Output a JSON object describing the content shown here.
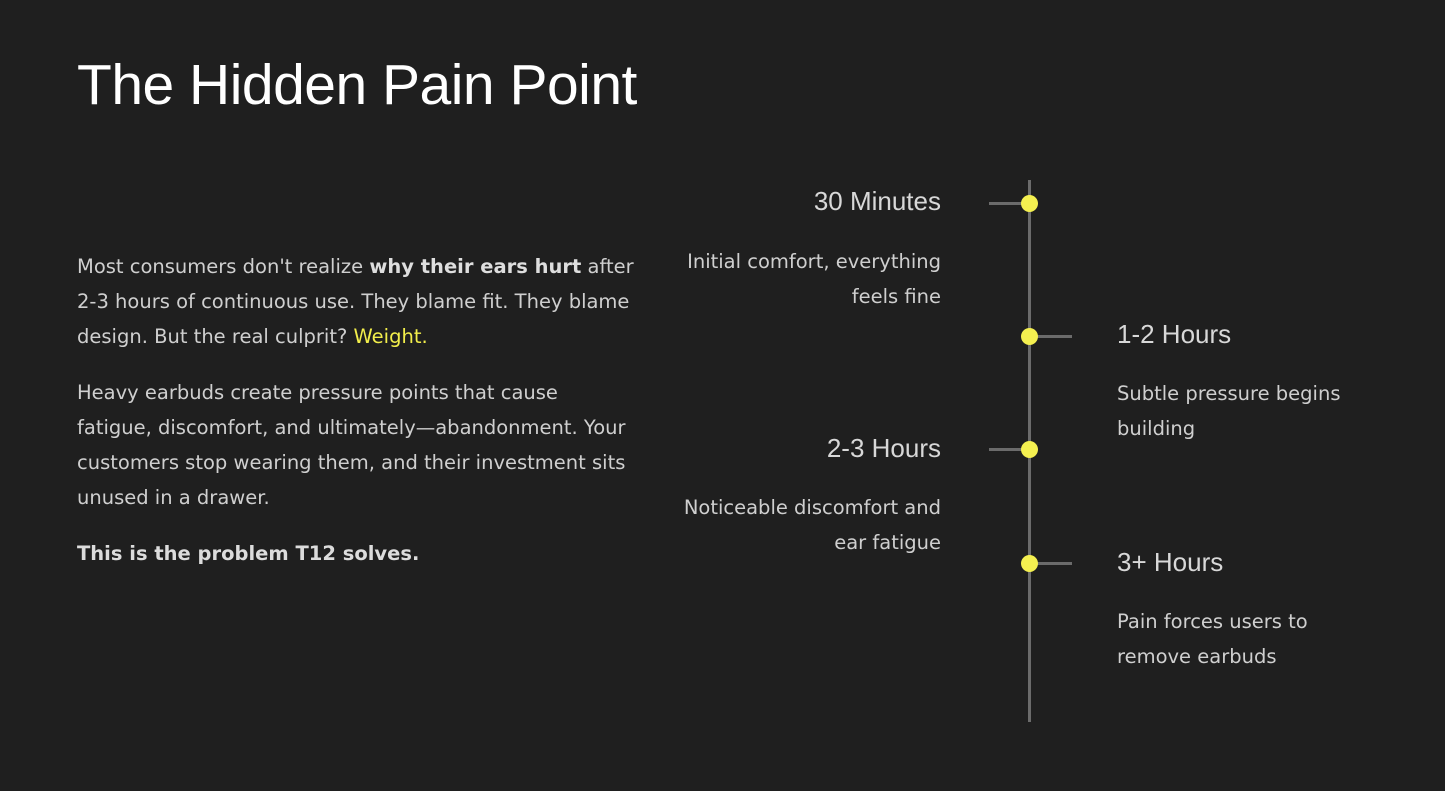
{
  "slide": {
    "title": "The Hidden Pain Point",
    "paragraph1": {
      "part1": "Most consumers don't realize ",
      "bold": "why their ears hurt",
      "part2": " after 2-3 hours of continuous use. They blame fit. They blame design. But the real culprit? ",
      "accent": "Weight."
    },
    "paragraph2": "Heavy earbuds create pressure points that cause fatigue, discomfort, and ultimately—abandonment. Your customers stop wearing them, and their investment sits unused in a drawer.",
    "closing": "This is the problem T12 solves."
  },
  "timeline": {
    "accent_color": "#f4f050",
    "axis_color": "#6b6b6b",
    "milestones": [
      {
        "label": "30 Minutes",
        "description": "Initial comfort, everything feels fine"
      },
      {
        "label": "1-2 Hours",
        "description": "Subtle pressure begins building"
      },
      {
        "label": "2-3 Hours",
        "description": "Noticeable discomfort and ear fatigue"
      },
      {
        "label": "3+ Hours",
        "description": "Pain forces users to remove earbuds"
      }
    ]
  }
}
